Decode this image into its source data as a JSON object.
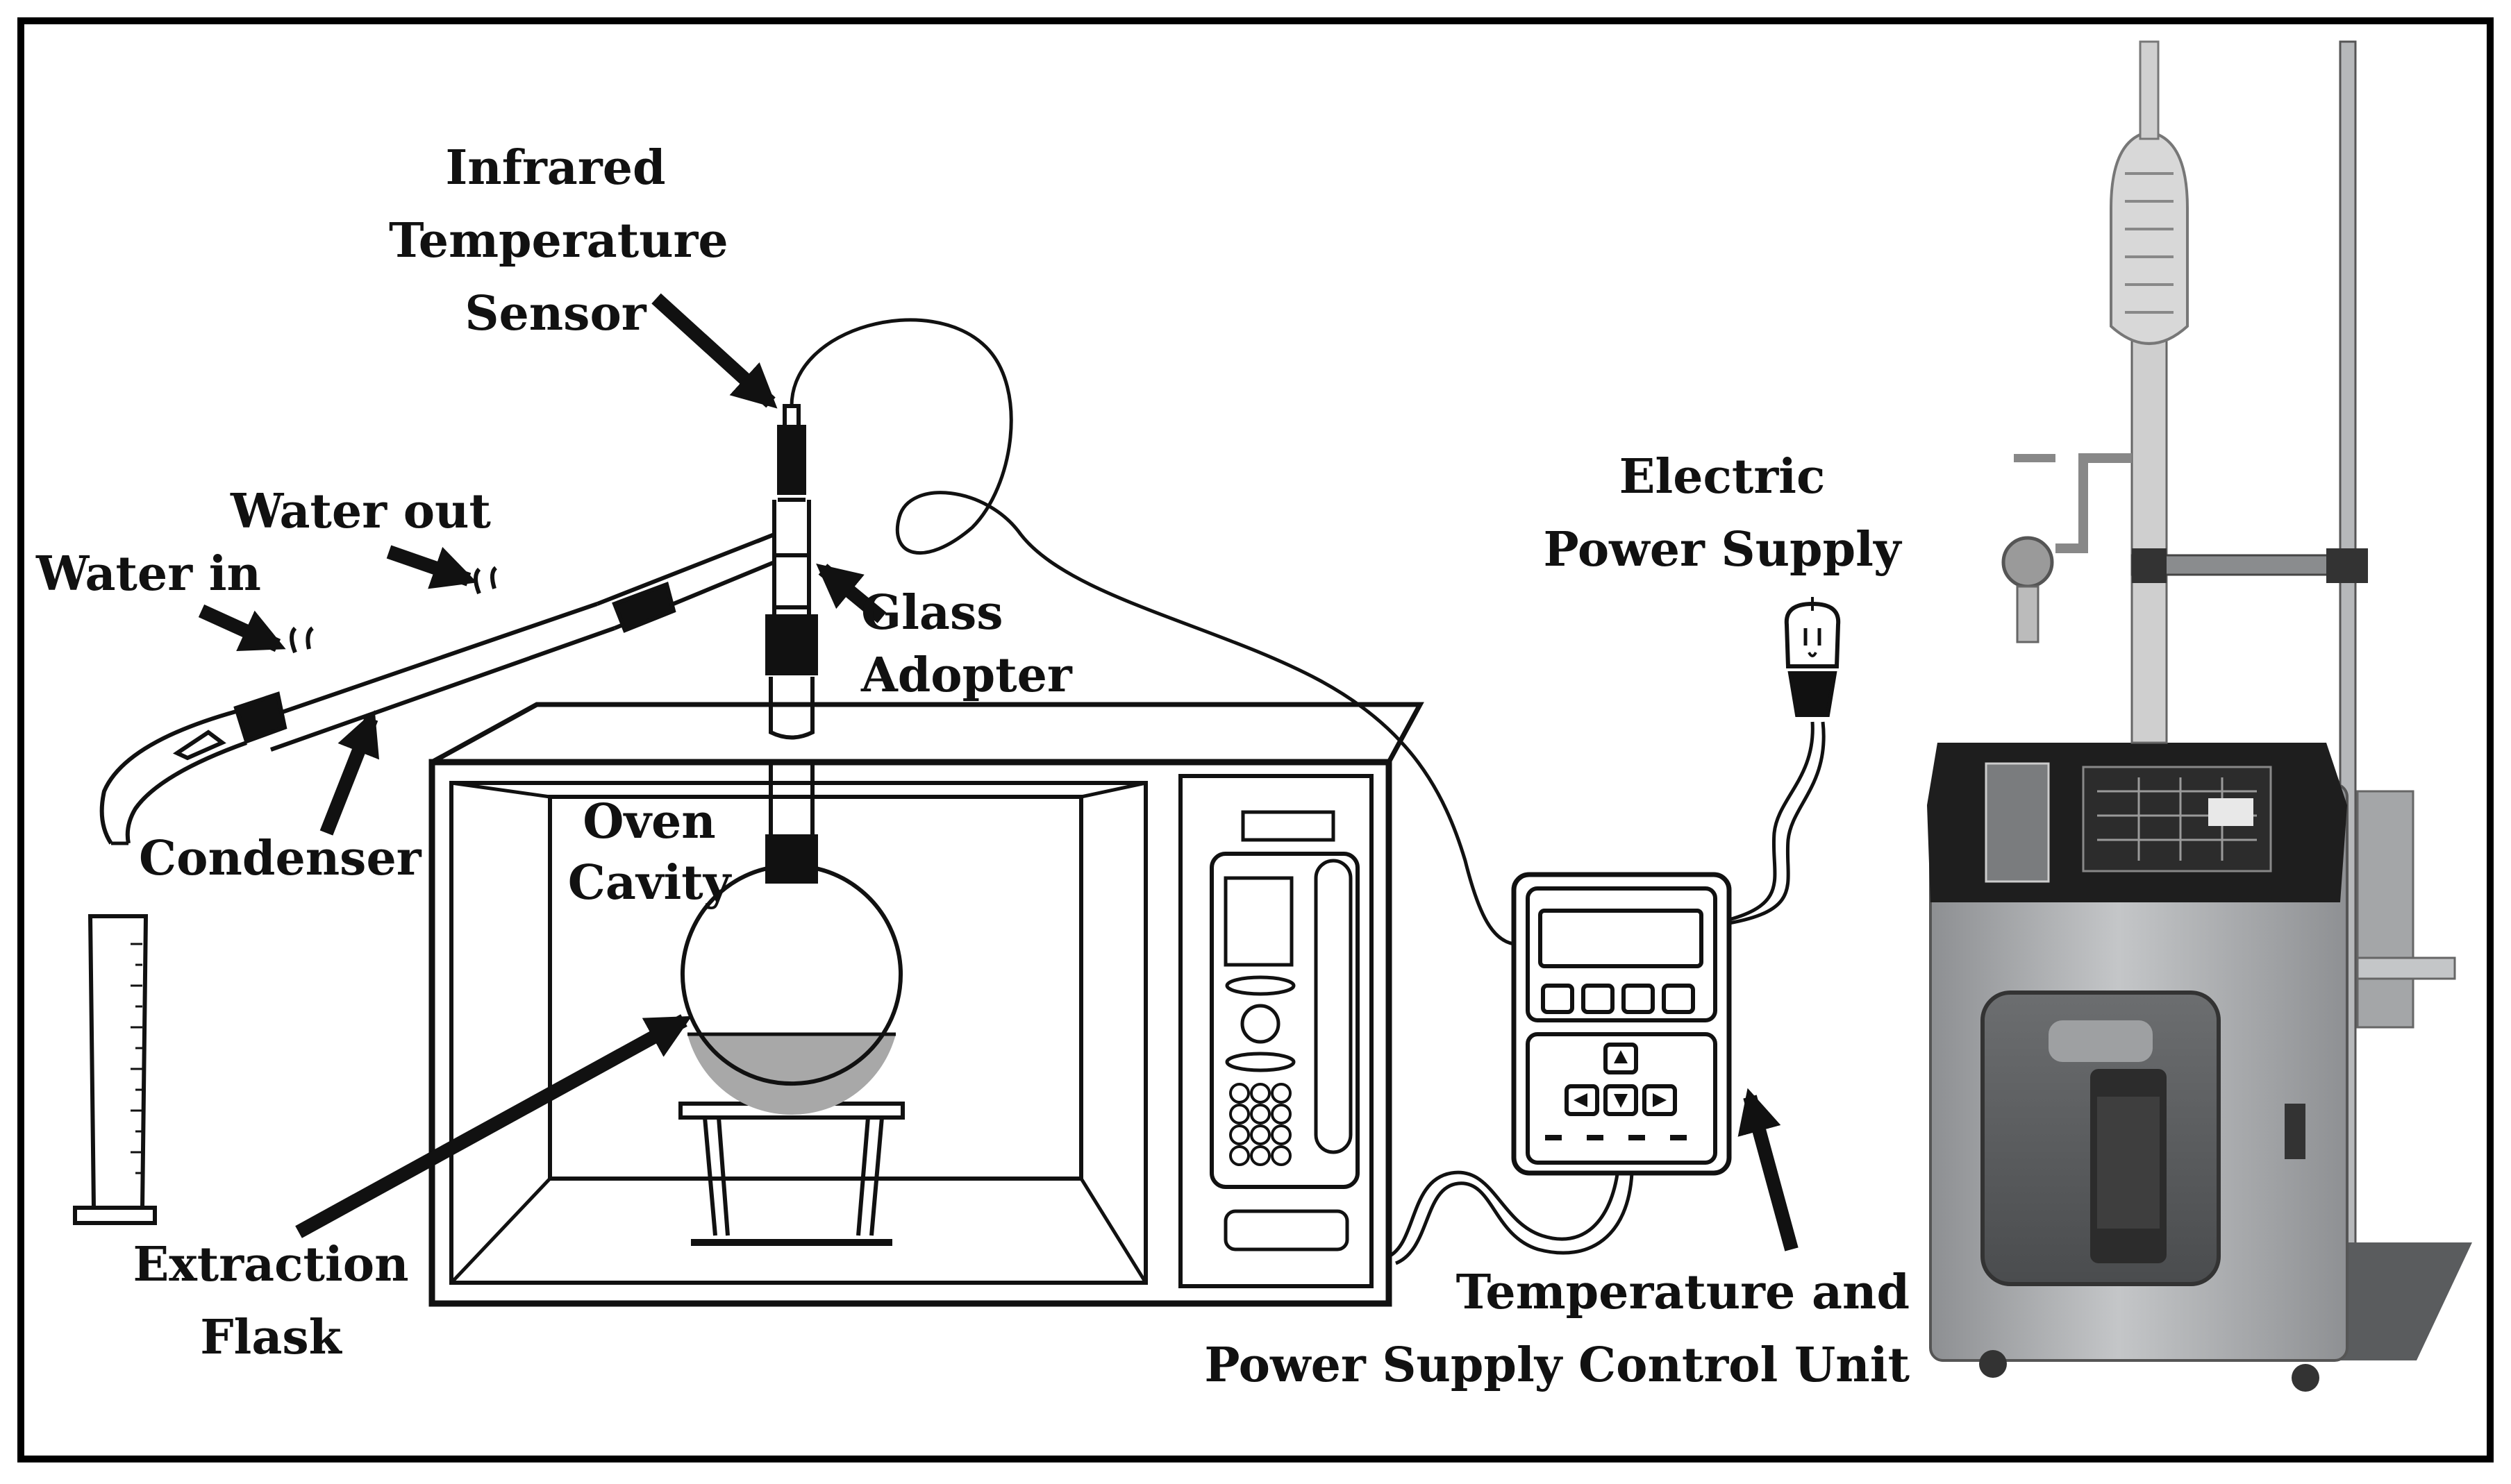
{
  "colors": {
    "ink": "#111111",
    "frame": "#000000",
    "liquid": "#a8a8a8",
    "device_body": "#a9abad",
    "device_panel": "#1e1e1e",
    "background": "#ffffff"
  },
  "labels": {
    "infrared_sensor": "Infrared\nTemperature\nSensor",
    "water_out": "Water out",
    "water_in": "Water in",
    "glass_adopter": "Glass\nAdopter",
    "condenser": "Condenser",
    "oven_cavity": "Oven\nCavity",
    "extraction_flask": "Extraction\nFlask",
    "electric_power_supply": "Electric\nPower Supply",
    "control_unit": "Temperature and\nPower Supply Control Unit"
  },
  "icons": {
    "arrows": "arrow-icon",
    "plug": "power-plug-icon",
    "device": "microwave-extractor-photo"
  }
}
